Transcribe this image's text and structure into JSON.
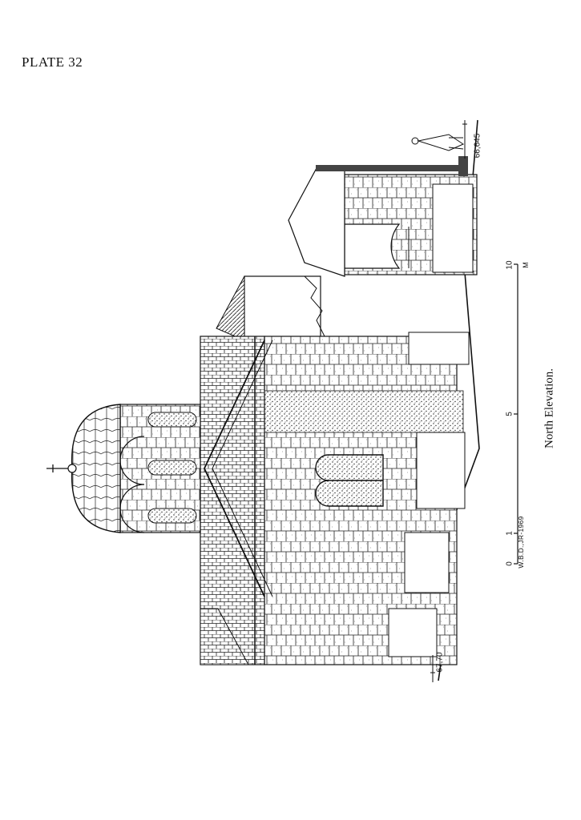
{
  "plate": {
    "label": "PLATE 32"
  },
  "drawing": {
    "caption": "North Elevation.",
    "elevation_top": "66,645",
    "elevation_bottom": "67,70",
    "signature": "W.B.D.,JR-1969",
    "scale": {
      "ticks": [
        "0",
        "1",
        "5",
        "10"
      ],
      "unit": "M"
    }
  }
}
